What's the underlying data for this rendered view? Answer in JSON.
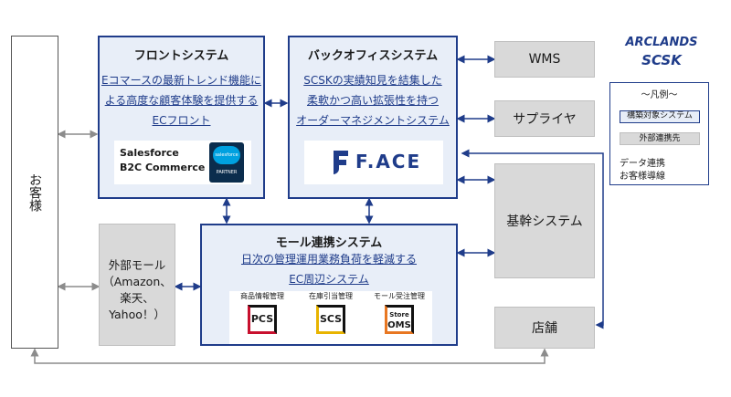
{
  "customer": {
    "label": "お客様"
  },
  "front": {
    "title": "フロントシステム",
    "desc": [
      "Eコマースの最新トレンド機能に",
      "よる高度な顧客体験を提供する",
      "ECフロント"
    ],
    "logo": {
      "line1": "Salesforce",
      "line2": "B2C Commerce",
      "badge_top": "salesforce",
      "badge_bottom": "PARTNER"
    }
  },
  "back": {
    "title": "バックオフィスシステム",
    "desc": [
      "SCSKの実績知見を結集した",
      "柔軟かつ高い拡張性を持つ",
      "オーダーマネジメントシステム"
    ],
    "logo": {
      "text": "F.ACE"
    }
  },
  "mall": {
    "title": "モール連携システム",
    "desc": [
      "日次の管理運用業務負荷を軽減する",
      "EC周辺システム"
    ],
    "products": [
      {
        "caption": "商品情報管理",
        "code": "PCS",
        "color": "#c8102e"
      },
      {
        "caption": "在庫引当管理",
        "code": "SCS",
        "color": "#e8b400"
      },
      {
        "caption": "モール受注管理",
        "code_top": "Store",
        "code": "OMS",
        "color": "#e87722"
      }
    ]
  },
  "external_mall": {
    "lines": [
      "外部モール",
      "（Amazon、",
      "楽天、",
      "Yahoo！）"
    ]
  },
  "wms": {
    "label": "WMS"
  },
  "supplier": {
    "label": "サプライヤ"
  },
  "core": {
    "label": "基幹システム"
  },
  "store": {
    "label": "店舗"
  },
  "brand": {
    "arclands": "ARCLANDS",
    "scsk": "SCSK"
  },
  "legend": {
    "title": "〜凡例〜",
    "target": "構築対象システム",
    "external": "外部連携先",
    "data_link": "データ連携",
    "customer_flow": "お客様導線"
  },
  "colors": {
    "navy": "#1f3c8a",
    "gray_arrow": "#8c8c8c"
  }
}
